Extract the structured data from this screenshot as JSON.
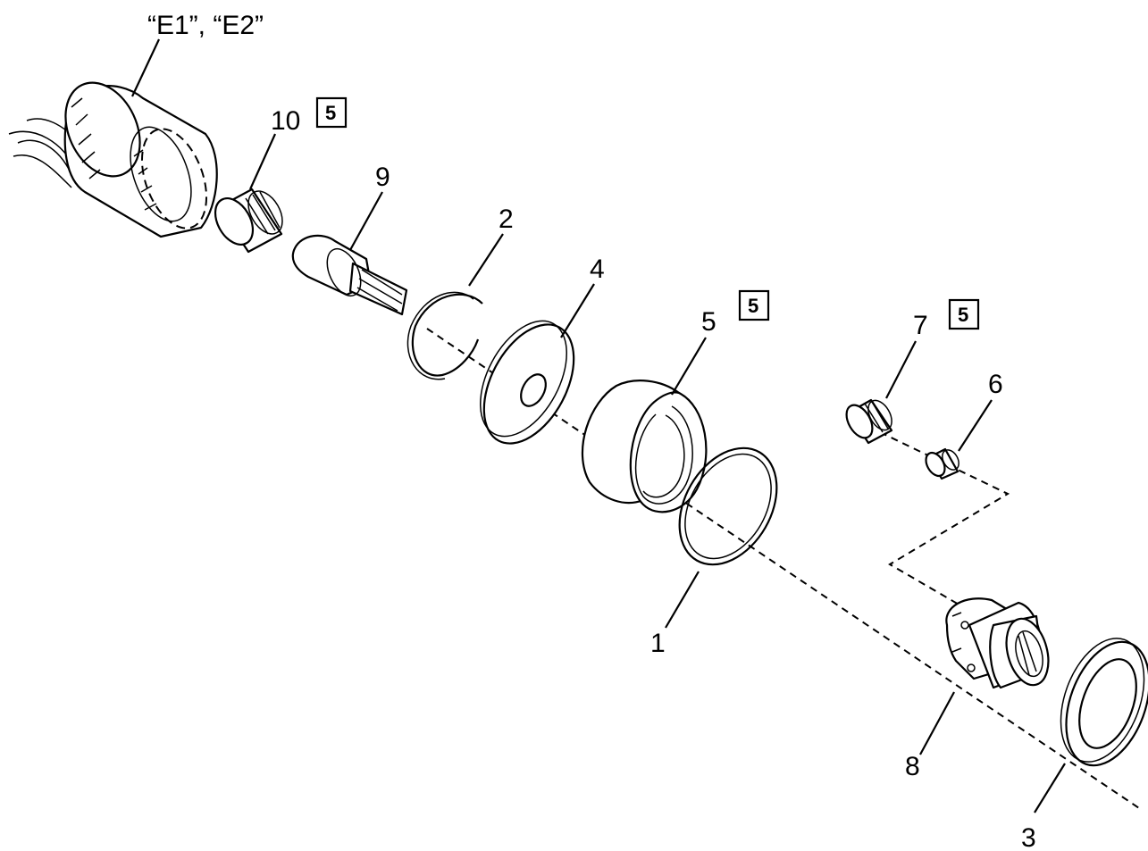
{
  "labels": {
    "ref_e": "“E1”, “E2”",
    "p1": "1",
    "p2": "2",
    "p3": "3",
    "p4": "4",
    "p5": "5",
    "p6": "6",
    "p7": "7",
    "p8": "8",
    "p9": "9",
    "p10": "10"
  },
  "boxed_refs": {
    "box_a": "5",
    "box_b": "5",
    "box_c": "5"
  }
}
